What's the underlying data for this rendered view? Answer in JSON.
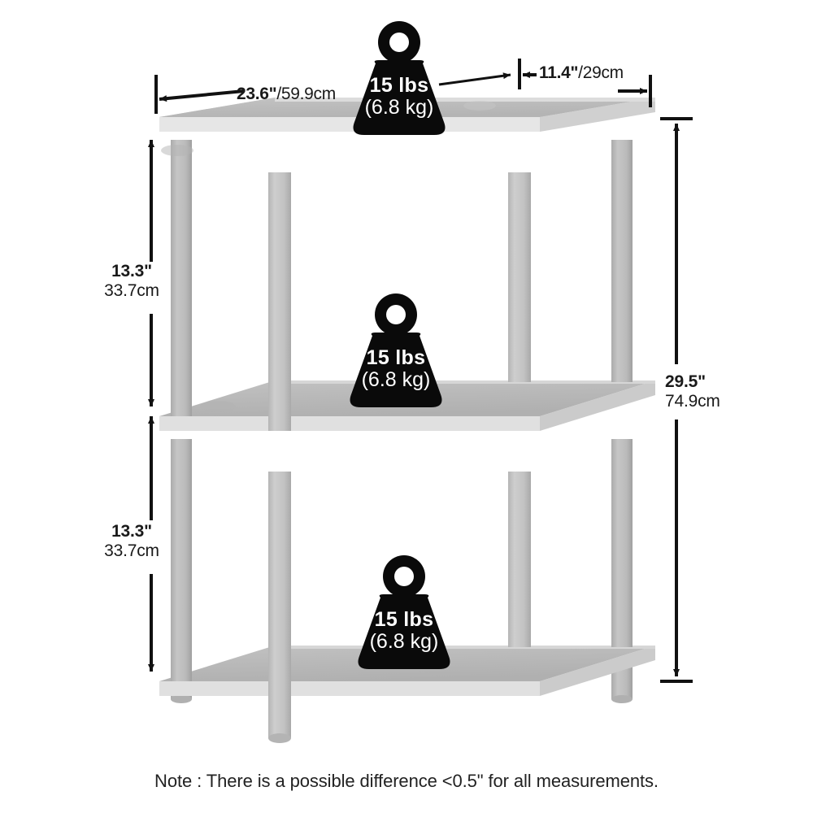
{
  "diagram": {
    "type": "product-dimension-diagram",
    "product": "3-tier shelf",
    "background_color": "#ffffff",
    "shelf_top_color": "#b9b9b9",
    "shelf_edge_color": "#e3e3e3",
    "shelf_side_color": "#cfcfcf",
    "leg_color": "#c4c4c4",
    "line_color": "#111111",
    "badge_color": "#0a0a0a",
    "badge_text_color": "#ffffff"
  },
  "dimensions": {
    "width": {
      "label_inches": "23.6\"",
      "label_cm": "/59.9cm",
      "combined": "23.6\"/59.9cm"
    },
    "depth": {
      "label_inches": "11.4\"",
      "label_cm": "/29cm",
      "combined": "11.4\"/29cm"
    },
    "tier_gap_upper": {
      "inches": "13.3\"",
      "cm": "33.7cm"
    },
    "tier_gap_lower": {
      "inches": "13.3\"",
      "cm": "33.7cm"
    },
    "total_height": {
      "inches": "29.5\"",
      "cm": "74.9cm"
    }
  },
  "weight_badges": [
    {
      "id": "top-shelf",
      "lbs": "15 lbs",
      "kg": "(6.8 kg)"
    },
    {
      "id": "middle-shelf",
      "lbs": "15 lbs",
      "kg": "(6.8 kg)"
    },
    {
      "id": "bottom-shelf",
      "lbs": "15 lbs",
      "kg": "(6.8 kg)"
    }
  ],
  "note": "Note : There is a possible difference <0.5\" for all measurements."
}
